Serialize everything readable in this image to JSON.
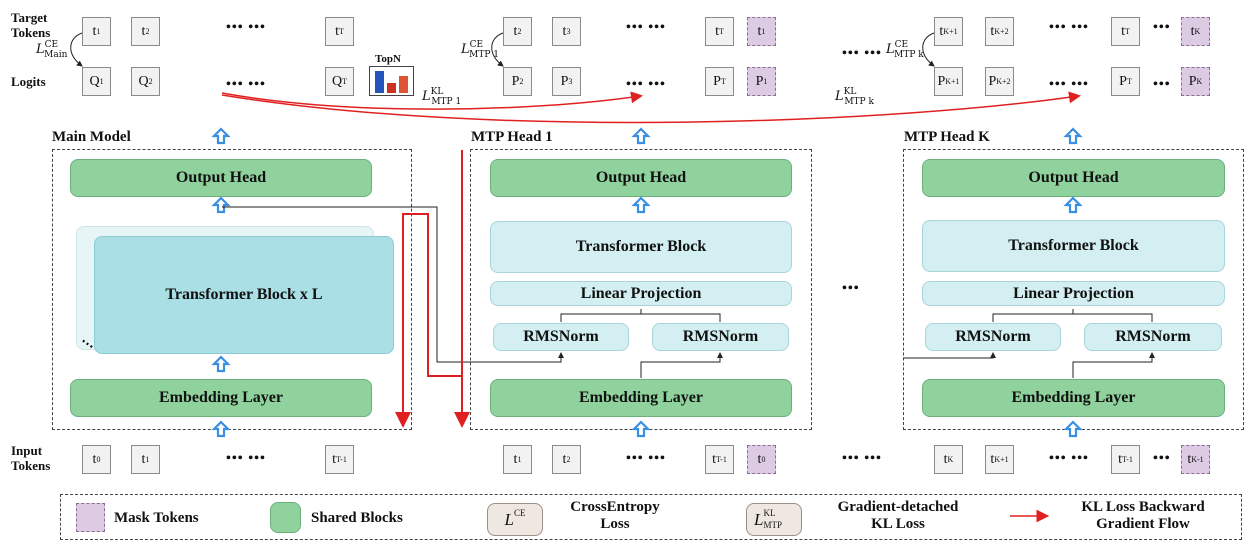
{
  "labels": {
    "target_tokens": "Target\nTokens",
    "logits": "Logits",
    "input_tokens": "Input\nTokens",
    "topn": "TopN",
    "dots": "••• •••",
    "short_dots": "•••",
    "mid_dots": "•••"
  },
  "losses": {
    "ce_main": "L",
    "ce_main_sup": "CE",
    "ce_main_sub": "Main",
    "ce_mtp1": "L",
    "ce_mtp1_sup": "CE",
    "ce_mtp1_sub": "MTP 1",
    "ce_mtpk": "L",
    "ce_mtpk_sup": "CE",
    "ce_mtpk_sub": "MTP k",
    "kl_mtp1": "L",
    "kl_mtp1_sup": "KL",
    "kl_mtp1_sub": "MTP 1",
    "kl_mtpk": "L",
    "kl_mtpk_sup": "KL",
    "kl_mtpk_sub": "MTP k"
  },
  "main": {
    "title": "Main Model",
    "output_head": "Output Head",
    "transformer": "Transformer Block  x L",
    "embedding": "Embedding Layer",
    "target": [
      "t1",
      "t2",
      "tᵀ"
    ],
    "logits": [
      "Q1",
      "Q2",
      "QT"
    ],
    "inputs": [
      "t0",
      "t1",
      "tT-1"
    ]
  },
  "mtp1": {
    "title": "MTP Head 1",
    "output_head": "Output Head",
    "transformer": "Transformer Block",
    "linear": "Linear Projection",
    "rms1": "RMSNorm",
    "rms2": "RMSNorm",
    "embedding": "Embedding Layer"
  },
  "mtpk": {
    "title": "MTP Head K",
    "output_head": "Output Head",
    "transformer": "Transformer Block",
    "linear": "Linear Projection",
    "rms1": "RMSNorm",
    "rms2": "RMSNorm",
    "embedding": "Embedding Layer"
  },
  "tokens": {
    "main_target": [
      {
        "b": "t",
        "s": "1"
      },
      {
        "b": "t",
        "s": "2"
      },
      {
        "b": "t",
        "s": "T"
      }
    ],
    "main_logits": [
      {
        "b": "Q",
        "s": "1"
      },
      {
        "b": "Q",
        "s": "2"
      },
      {
        "b": "Q",
        "s": "T"
      }
    ],
    "main_input": [
      {
        "b": "t",
        "s": "0"
      },
      {
        "b": "t",
        "s": "1"
      },
      {
        "b": "t",
        "s": "T-1"
      }
    ],
    "mtp1_target": [
      {
        "b": "t",
        "s": "2"
      },
      {
        "b": "t",
        "s": "3"
      },
      {
        "b": "t",
        "s": "T"
      },
      {
        "b": "t",
        "s": "1"
      }
    ],
    "mtp1_logits": [
      {
        "b": "P",
        "s": "2"
      },
      {
        "b": "P",
        "s": "3"
      },
      {
        "b": "P",
        "s": "T"
      },
      {
        "b": "P",
        "s": "1"
      }
    ],
    "mtp1_input": [
      {
        "b": "t",
        "s": "1"
      },
      {
        "b": "t",
        "s": "2"
      },
      {
        "b": "t",
        "s": "T-1"
      },
      {
        "b": "t",
        "s": "0"
      }
    ],
    "mtpk_target": [
      {
        "b": "t",
        "s": "K+1"
      },
      {
        "b": "t",
        "s": "K+2"
      },
      {
        "b": "t",
        "s": "T"
      },
      {
        "b": "t",
        "s": "K"
      }
    ],
    "mtpk_logits": [
      {
        "b": "P",
        "s": "K+1"
      },
      {
        "b": "P",
        "s": "K+2"
      },
      {
        "b": "P",
        "s": "T"
      },
      {
        "b": "P",
        "s": "K"
      }
    ],
    "mtpk_input": [
      {
        "b": "t",
        "s": "K"
      },
      {
        "b": "t",
        "s": "K+1"
      },
      {
        "b": "t",
        "s": "T-1"
      },
      {
        "b": "t",
        "s": "K-1"
      }
    ]
  },
  "legend": {
    "mask": "Mask Tokens",
    "shared": "Shared Blocks",
    "ce_symbol": "L",
    "ce_sup": "CE",
    "ce_text": "CrossEntropy\nLoss",
    "kl_symbol": "L",
    "kl_sup": "KL",
    "kl_sub": "MTP",
    "kl_text": "Gradient-detached\nKL Loss",
    "grad_text": "KL Loss Backward\nGradient Flow"
  },
  "colors": {
    "shared_green": "#8fd29d",
    "block_cyan": "#d3eff2",
    "mask_purple": "#dccbe2",
    "gradient_red": "#e02020",
    "arrow_blue": "#3a8fe0"
  }
}
